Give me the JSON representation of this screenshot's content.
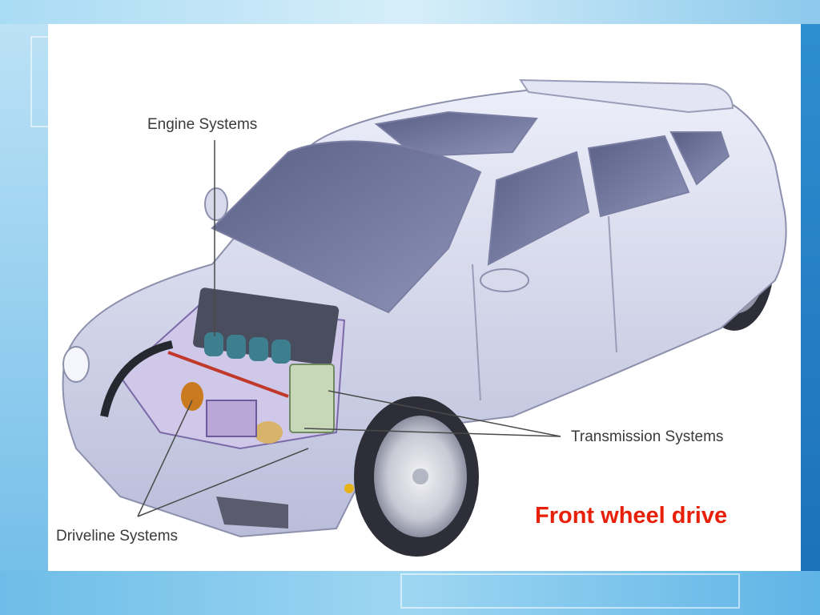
{
  "slide": {
    "labels": {
      "engine": "Engine Systems",
      "transmission": "Transmission Systems",
      "driveline": "Driveline Systems"
    },
    "caption": "Front wheel drive"
  },
  "colors": {
    "caption": "#e8200a",
    "background": "#9fd4f0",
    "car_body": "#d9dbef"
  },
  "image": {
    "subject": "car-cutaway-illustration"
  }
}
